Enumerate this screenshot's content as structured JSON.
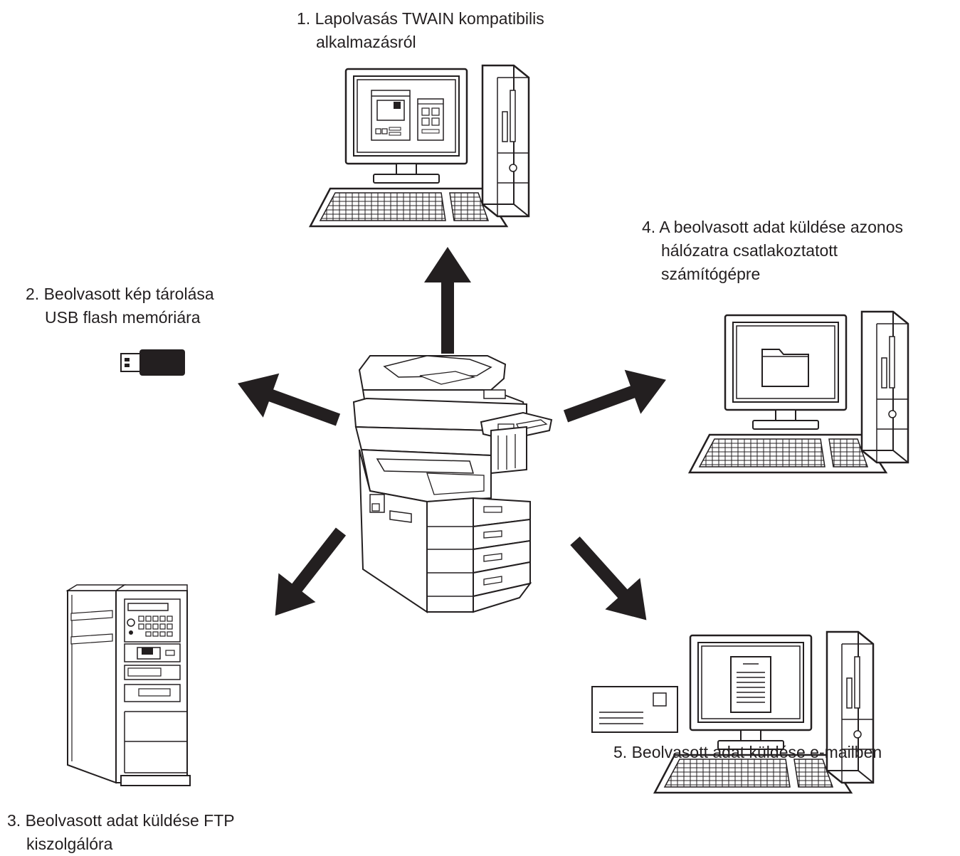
{
  "destinations": [
    {
      "number": "1.",
      "lines": [
        "Lapolvasás TWAIN kompatibilis",
        "alkalmazásról"
      ]
    },
    {
      "number": "2.",
      "lines": [
        "Beolvasott kép tárolása",
        "USB flash memóriára"
      ]
    },
    {
      "number": "3.",
      "lines": [
        "Beolvasott adat küldése FTP",
        "kiszolgálóra"
      ]
    },
    {
      "number": "4.",
      "lines": [
        "A beolvasott adat küldése azonos",
        "hálózatra csatlakoztatott",
        "számítógépre"
      ]
    },
    {
      "number": "5.",
      "lines": [
        "Beolvasott adat küldése e-mailben"
      ]
    }
  ],
  "colors": {
    "ink": "#231f20",
    "background": "#ffffff"
  },
  "icons": [
    "multifunction-printer-icon",
    "desktop-computer-icon",
    "usb-flash-drive-icon",
    "ftp-server-icon",
    "envelope-icon",
    "folder-icon",
    "document-icon",
    "arrow-icon"
  ]
}
